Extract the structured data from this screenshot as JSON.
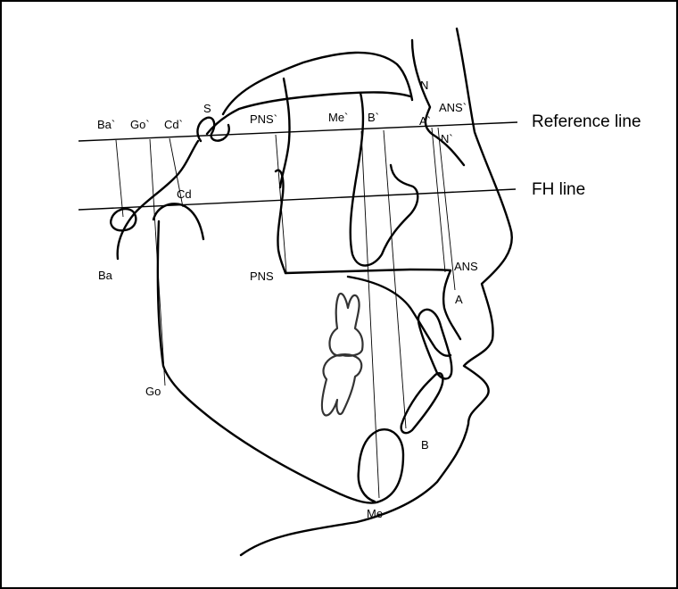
{
  "lines": {
    "reference": "Reference line",
    "fh": "FH line"
  },
  "landmarks": {
    "ba_prime": "Ba`",
    "go_prime": "Go`",
    "cd_prime": "Cd`",
    "s": "S",
    "pns_prime": "PNS`",
    "me_prime": "Me`",
    "b_prime": "B`",
    "a_prime": "A`",
    "ans_prime": "ANS`",
    "n": "N",
    "n_prime": "N`",
    "cd": "Cd",
    "ba": "Ba",
    "pns": "PNS",
    "ans": "ANS",
    "a": "A",
    "go": "Go",
    "b": "B",
    "me": "Me"
  }
}
